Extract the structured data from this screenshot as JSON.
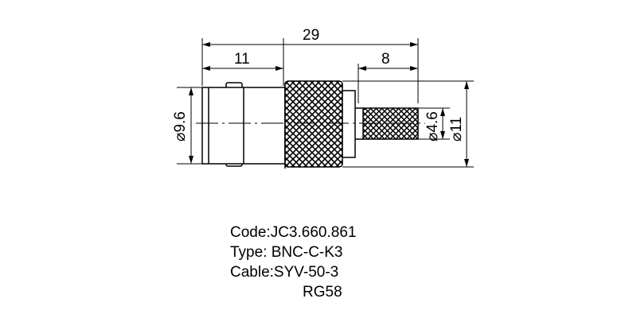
{
  "dimensions": {
    "overall_length": "29",
    "left_length": "11",
    "right_length": "8",
    "diameter_left": "⌀9.6",
    "diameter_pin": "⌀4.6",
    "diameter_nut": "⌀11"
  },
  "specs": {
    "code": "Code:JC3.660.861",
    "type": "Type: BNC-C-K3",
    "cable": "Cable:SYV-50-3",
    "cable_alt": "RG58"
  }
}
